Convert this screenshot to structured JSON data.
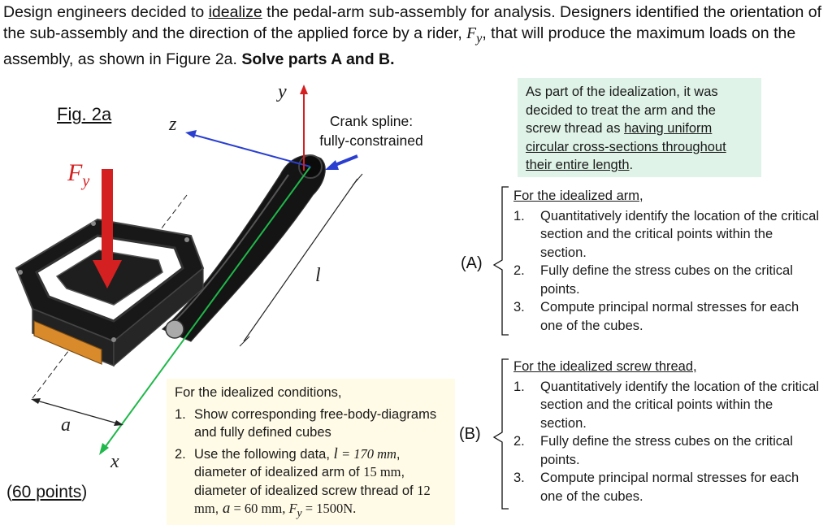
{
  "intro": {
    "p1": "Design engineers decided to ",
    "p1_u": "idealize",
    "p2": " the pedal-arm sub-assembly for analysis.  Designers identified the orientation of the sub-assembly and the direction of the applied force by a rider, ",
    "force_sym": "F",
    "force_sub": "y",
    "p3": ", that will produce the maximum loads on the assembly, as shown in Figure 2a.  ",
    "p3_b": "Solve parts A and B."
  },
  "figure": {
    "label": "Fig. 2a",
    "axis_x": "x",
    "axis_y": "y",
    "axis_z": "z",
    "dim_a": "a",
    "dim_l": "l",
    "force_sym": "F",
    "force_sub": "y",
    "crank_note_1": "Crank spline:",
    "crank_note_2": "fully-constrained",
    "points_open": "(",
    "points_text": "60 points",
    "points_close": ")"
  },
  "ideal_box": {
    "t1": "As part of the idealization, it was decided to treat the arm and the screw thread as ",
    "t1_u": "having uniform circular cross-sections throughout their entire length",
    "t2": "."
  },
  "cond_box": {
    "title": "For the idealized conditions,",
    "item1_num": "1.",
    "item1": "Show corresponding free-body-diagrams and fully defined cubes",
    "item2_num": "2.",
    "item2_a": "Use the following data, ",
    "l_sym": "l",
    "l_val": " = 170 mm",
    "item2_b": ", diameter of idealized arm of ",
    "arm_d": "15 mm",
    "item2_c": ", diameter of idealized screw thread of ",
    "screw_d": "12 mm",
    "item2_d": ", ",
    "a_sym": "a",
    "a_val": " = 60 mm,  ",
    "f_sym": "F",
    "f_sub": "y",
    "f_val": " =  1500N."
  },
  "section_a": {
    "label": "(A)",
    "header": "For the idealized arm,",
    "items": [
      {
        "num": "1.",
        "text": "Quantitatively identify the location of the critical section and the critical points within the section."
      },
      {
        "num": "2.",
        "text": "Fully define the stress cubes on the critical points."
      },
      {
        "num": "3.",
        "text": "Compute principal normal stresses for each one of the cubes."
      }
    ]
  },
  "section_b": {
    "label": "(B)",
    "header": "For the idealized screw thread,",
    "items": [
      {
        "num": "1.",
        "text": "Quantitatively identify the location of the critical section and the critical points within the section."
      },
      {
        "num": "2.",
        "text": "Fully define the stress cubes on the critical points."
      },
      {
        "num": "3.",
        "text": "Compute principal normal stresses for each one of the cubes."
      }
    ]
  },
  "colors": {
    "force_arrow": "#d42020",
    "z_axis": "#2a3fd0",
    "x_axis": "#1fb84a",
    "y_axis": "#d42020",
    "ideal_box_bg": "#dff3e8",
    "cond_box_bg": "#fffbe6"
  }
}
